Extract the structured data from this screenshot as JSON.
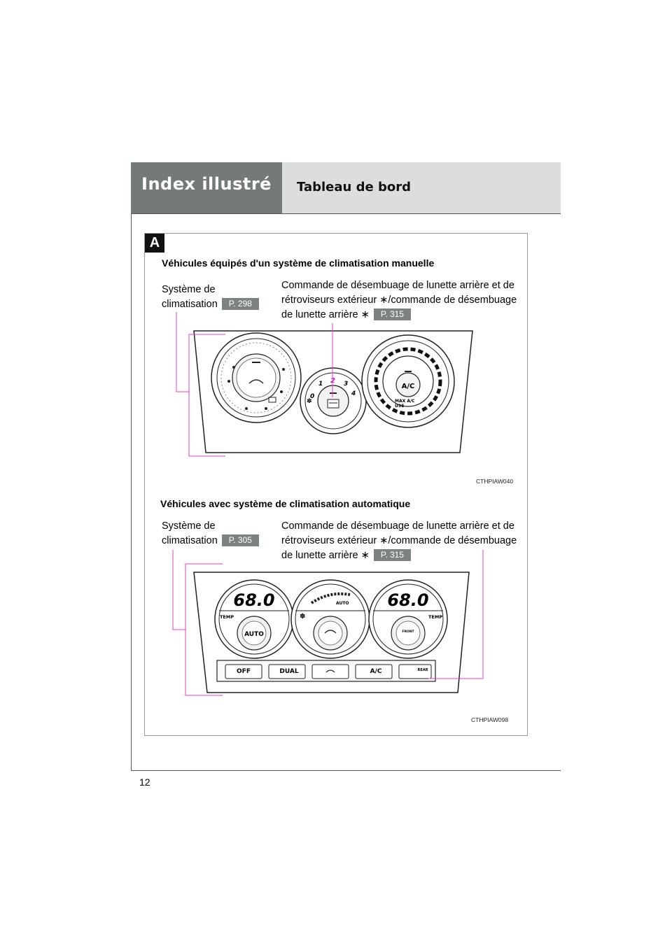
{
  "header": {
    "title": "Index illustré",
    "subtitle": "Tableau de bord"
  },
  "section_badge": "A",
  "manual": {
    "heading": "Véhicules équipés d'un système de climatisation manuelle",
    "system_label_line1": "Système de",
    "system_label_line2": "climatisation",
    "system_ref": "P. 298",
    "defog_line1": "Commande de désembuage de lunette arrière et de",
    "defog_line2": "rétroviseurs extérieur ∗/commande de désembuage",
    "defog_line3": "de lunette arrière ∗",
    "defog_ref": "P. 315",
    "image_code": "CTHPIAW040",
    "fan_numbers": [
      "0",
      "1",
      "2",
      "3",
      "4"
    ],
    "ac_button": "A/C",
    "max_ac_line1": "MAX A/C",
    "max_ac_line2": "USE"
  },
  "automatic": {
    "heading": "Véhicules avec système de climatisation automatique",
    "system_label_line1": "Système de",
    "system_label_line2": "climatisation",
    "system_ref": "P. 305",
    "defog_line1": "Commande de désembuage de lunette arrière et de",
    "defog_line2": "rétroviseurs extérieur ∗/commande de désembuage",
    "defog_line3": "de lunette arrière ∗",
    "defog_ref": "P. 315",
    "image_code": "CTHPIAW098",
    "left_temp": "68.0",
    "right_temp": "68.0",
    "temp_label": "TEMP",
    "auto_label": "AUTO",
    "front_label": "FRONT",
    "buttons": [
      "OFF",
      "DUAL",
      "",
      "A/C",
      "REAR"
    ]
  },
  "page_number": "12",
  "colors": {
    "header_dark": "#747a77",
    "header_light": "#dcdedd",
    "ref_badge": "#7d8380",
    "callout_line": "#e040c8"
  }
}
